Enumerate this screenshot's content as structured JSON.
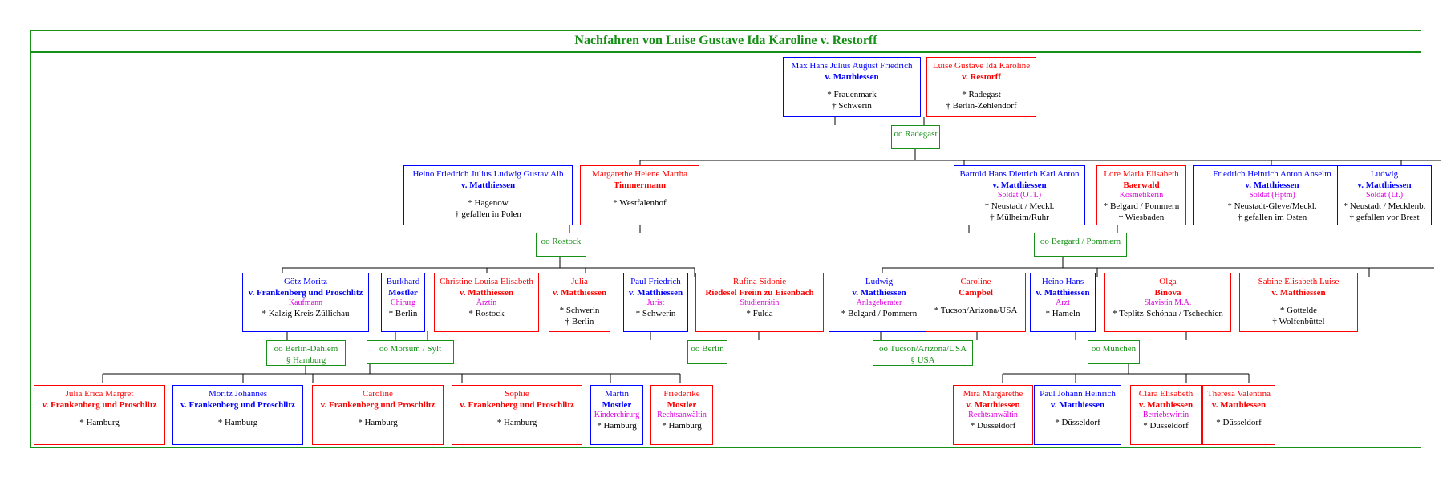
{
  "title": "Nachfahren von Luise Gustave Ida Karoline v. Restorff",
  "persons": [
    {
      "id": "p0",
      "g": "m",
      "given": "Max Hans Julius August Friedrich",
      "surname": "v. Matthiessen",
      "occupation": "",
      "birth": "* Frauenmark",
      "death": "† Schwerin"
    },
    {
      "id": "p1",
      "g": "f",
      "given": "Luise Gustave Ida Karoline",
      "surname": "v. Restorff",
      "occupation": "",
      "birth": "* Radegast",
      "death": "† Berlin-Zehlendorf"
    },
    {
      "id": "p2",
      "g": "m",
      "given": "Heino Friedrich Julius Ludwig Gustav Alb",
      "surname": "v. Matthiessen",
      "occupation": "",
      "birth": "* Hagenow",
      "death": "† gefallen in Polen"
    },
    {
      "id": "p3",
      "g": "f",
      "given": "Margarethe Helene Martha",
      "surname": "Timmermann",
      "occupation": "",
      "birth": "* Westfalenhof",
      "death": ""
    },
    {
      "id": "p4",
      "g": "m",
      "given": "Bartold Hans Dietrich Karl Anton",
      "surname": "v. Matthiessen",
      "occupation": "Soldat (OTL)",
      "birth": "* Neustadt / Meckl.",
      "death": "† Mülheim/Ruhr"
    },
    {
      "id": "p5",
      "g": "f",
      "given": "Lore Maria Elisabeth",
      "surname": "Baerwald",
      "occupation": "Kosmetikerin",
      "birth": "* Belgard / Pommern",
      "death": "† Wiesbaden"
    },
    {
      "id": "p6",
      "g": "m",
      "given": "Friedrich Heinrich Anton Anselm",
      "surname": "v. Matthiessen",
      "occupation": "Soldat (Hptm)",
      "birth": "* Neustadt-Gleve/Meckl.",
      "death": "† gefallen im Osten"
    },
    {
      "id": "p7",
      "g": "m",
      "given": "Ludwig",
      "surname": "v. Matthiessen",
      "occupation": "Soldat (Lt.)",
      "birth": "* Neustadt / Mecklenb.",
      "death": "† gefallen vor Brest"
    },
    {
      "id": "p8",
      "g": "m",
      "given": "Götz Moritz",
      "surname": "v. Frankenberg und Proschlitz",
      "occupation": "Kaufmann",
      "birth": "* Kalzig Kreis Züllichau",
      "death": ""
    },
    {
      "id": "p9",
      "g": "m",
      "given": "Burkhard",
      "surname": "Mostler",
      "occupation": "Chirurg",
      "birth": "* Berlin",
      "death": ""
    },
    {
      "id": "p10",
      "g": "f",
      "given": "Christine Louisa Elisabeth",
      "surname": "v. Matthiessen",
      "occupation": "Ärztin",
      "birth": "* Rostock",
      "death": ""
    },
    {
      "id": "p11",
      "g": "f",
      "given": "Julia",
      "surname": "v. Matthiessen",
      "occupation": "",
      "birth": "* Schwerin",
      "death": "† Berlin"
    },
    {
      "id": "p12",
      "g": "m",
      "given": "Paul Friedrich",
      "surname": "v. Matthiessen",
      "occupation": "Jurist",
      "birth": "* Schwerin",
      "death": ""
    },
    {
      "id": "p13",
      "g": "f",
      "given": "Rufina Sidonie",
      "surname": "Riedesel Freiin zu Eisenbach",
      "occupation": "Studienrätin",
      "birth": "* Fulda",
      "death": ""
    },
    {
      "id": "p14",
      "g": "m",
      "given": "Ludwig",
      "surname": "v. Matthiessen",
      "occupation": "Anlageberater",
      "birth": "* Belgard / Pommern",
      "death": ""
    },
    {
      "id": "p15",
      "g": "f",
      "given": "Caroline",
      "surname": "Campbel",
      "occupation": "",
      "birth": "* Tucson/Arizona/USA",
      "death": ""
    },
    {
      "id": "p16",
      "g": "m",
      "given": "Heino Hans",
      "surname": "v. Matthiessen",
      "occupation": "Arzt",
      "birth": "* Hameln",
      "death": ""
    },
    {
      "id": "p17",
      "g": "f",
      "given": "Olga",
      "surname": "Binova",
      "occupation": "Slavistin M.A.",
      "birth": "* Teplitz-Schönau / Tschechien",
      "death": ""
    },
    {
      "id": "p18",
      "g": "f",
      "given": "Sabine Elisabeth Luise",
      "surname": "v. Matthiessen",
      "occupation": "",
      "birth": "* Gottelde",
      "death": "† Wolfenbüttel"
    },
    {
      "id": "p19",
      "g": "f",
      "given": "Julia Erica Margret",
      "surname": "v. Frankenberg und Proschlitz",
      "occupation": "",
      "birth": "* Hamburg",
      "death": ""
    },
    {
      "id": "p20",
      "g": "m",
      "given": "Moritz Johannes",
      "surname": "v. Frankenberg und Proschlitz",
      "occupation": "",
      "birth": "* Hamburg",
      "death": ""
    },
    {
      "id": "p21",
      "g": "f",
      "given": "Caroline",
      "surname": "v. Frankenberg und Proschlitz",
      "occupation": "",
      "birth": "* Hamburg",
      "death": ""
    },
    {
      "id": "p22",
      "g": "f",
      "given": "Sophie",
      "surname": "v. Frankenberg und Proschlitz",
      "occupation": "",
      "birth": "* Hamburg",
      "death": ""
    },
    {
      "id": "p23",
      "g": "m",
      "given": "Martin",
      "surname": "Mostler",
      "occupation": "Kinderchirurg",
      "birth": "* Hamburg",
      "death": ""
    },
    {
      "id": "p24",
      "g": "f",
      "given": "Friederike",
      "surname": "Mostler",
      "occupation": "Rechtsanwältin",
      "birth": "* Hamburg",
      "death": ""
    },
    {
      "id": "p25",
      "g": "f",
      "given": "Mira Margarethe",
      "surname": "v. Matthiessen",
      "occupation": "Rechtsanwältin",
      "birth": "* Düsseldorf",
      "death": ""
    },
    {
      "id": "p26",
      "g": "m",
      "given": "Paul Johann Heinrich",
      "surname": "v. Matthiessen",
      "occupation": "",
      "birth": "* Düsseldorf",
      "death": ""
    },
    {
      "id": "p27",
      "g": "f",
      "given": "Clara Elisabeth",
      "surname": "v. Matthiessen",
      "occupation": "Betriebswirtin",
      "birth": "* Düsseldorf",
      "death": ""
    },
    {
      "id": "p28",
      "g": "f",
      "given": "Theresa Valentina",
      "surname": "v. Matthiessen",
      "occupation": "",
      "birth": "* Düsseldorf",
      "death": ""
    }
  ],
  "marriages": [
    {
      "id": "m0",
      "l1": "oo Radegast",
      "l2": ""
    },
    {
      "id": "m1",
      "l1": "oo Rostock",
      "l2": ""
    },
    {
      "id": "m2",
      "l1": "oo Bergard / Pommern",
      "l2": ""
    },
    {
      "id": "m3",
      "l1": "oo Berlin-Dahlem",
      "l2": "§ Hamburg"
    },
    {
      "id": "m4",
      "l1": "oo Morsum / Sylt",
      "l2": ""
    },
    {
      "id": "m5",
      "l1": "oo Berlin",
      "l2": ""
    },
    {
      "id": "m6",
      "l1": "oo Tucson/Arizona/USA",
      "l2": "§ USA"
    },
    {
      "id": "m7",
      "l1": "oo München",
      "l2": ""
    }
  ]
}
